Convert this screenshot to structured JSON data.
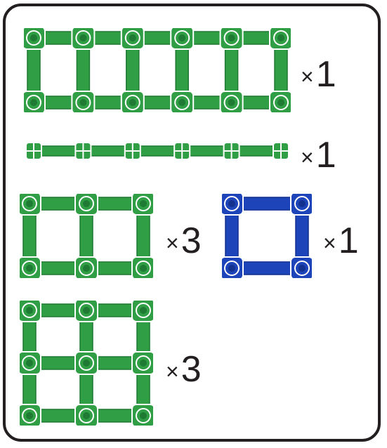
{
  "colors": {
    "green_fill": "#2f9e44",
    "green_dark": "#1f7a33",
    "green_outline": "#ffffff",
    "blue_fill": "#1d44b8",
    "blue_dark": "#13318e",
    "frame": "#231f20"
  },
  "parts": [
    {
      "name": "green-grid-2x6",
      "color": "green",
      "rows": 2,
      "cols": 6,
      "quantity_label": "1"
    },
    {
      "name": "green-rail-1x6",
      "color": "green",
      "rows": 1,
      "cols": 6,
      "quantity_label": "1"
    },
    {
      "name": "green-grid-2x3",
      "color": "green",
      "rows": 2,
      "cols": 3,
      "quantity_label": "3"
    },
    {
      "name": "blue-grid-2x2",
      "color": "blue",
      "rows": 2,
      "cols": 2,
      "quantity_label": "1"
    },
    {
      "name": "green-grid-3x3",
      "color": "green",
      "rows": 3,
      "cols": 3,
      "quantity_label": "3"
    }
  ],
  "multiply_symbol": "×"
}
